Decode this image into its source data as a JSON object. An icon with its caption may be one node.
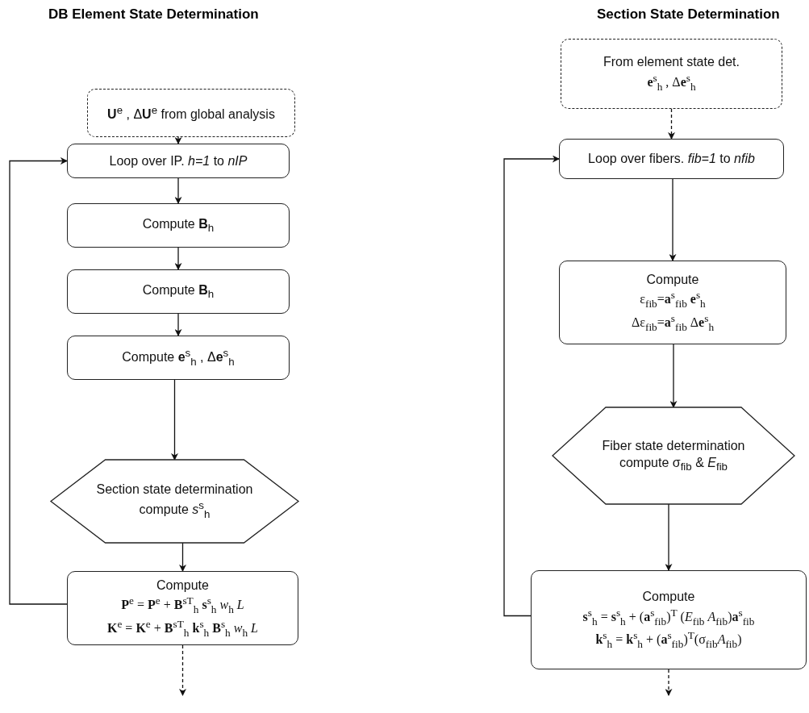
{
  "diagram": {
    "title": "DB Element State Determination",
    "nodes": [
      {
        "text": [
          "**U**$^{e}$ , Δ**U**$^{e}$ from global analysis"
        ]
      },
      {
        "text": [
          "Loop over IP. *h=1* to *nIP*"
        ]
      },
      {
        "text": [
          "Compute **B**$_{h}$"
        ]
      },
      {
        "text": [
          "Compute **B**$_{h}$"
        ]
      },
      {
        "text": [
          "Compute **e**$^{s}$$_{h}$ , Δ**e**$^{s}$$_{h}$"
        ]
      },
      {
        "text": [
          "Section state determination compute *s*$^{s}$$_{h}$"
        ]
      },
      {
        "text": [
          "Compute",
          "**P**$^{e}$ = **P**$^{e}$ + **B**$^{sT}$$_{h}$ **s**$^{s}$$_{h}$ *w*$_{h}$ *L*",
          "**K**$^{e}$ = **K**$^{e}$ + **B**$^{sT}$$_{h}$ **k**$^{s}$$_{h}$ **B**$^{s}$$_{h}$ *w*$_{h}$ *L*"
        ]
      },
      {
        "text": [
          "From element state det.",
          "**e**$^{s}$$_{h}$ , Δ**e**$^{s}$$_{h}$"
        ]
      },
      {
        "text": [
          "Loop over fibers. *fib=1* to *nfib*"
        ]
      },
      {
        "text": [
          "Compute",
          "ε$_{fib}$=**a**$^{s}$$_{fib}$ **e**$^{s}$$_{h}$",
          "Δε$_{fib}$=**a**$^{s}$$_{fib}$ Δ**e**$^{s}$$_{h}$"
        ]
      },
      {
        "text": [
          "Fiber state determination compute σ$_{fib}$ & *E*$_{fib}$"
        ]
      },
      {
        "text": [
          "Compute",
          "**s**$^{s}$$_{h}$ = **s**$^{s}$$_{h}$ + (**a**$^{s}$$_{fib}$)$^{T}$ (*E*$_{fib}$ *A*$_{fib}$)**a**$^{s}$$_{fib}$",
          "**k**$^{s}$$_{h}$ = **k**$^{s}$$_{h}$ + (**a**$^{s}$$_{fib}$)$^{T}$(σ$_{fib}$*A*$_{fib}$)"
        ]
      }
    ],
    "edges": [
      {
        "from": 0,
        "to": 1,
        "arrow": "to",
        "style": "dashed"
      },
      {
        "from": 1,
        "to": 2,
        "arrow": "to"
      },
      {
        "from": 2,
        "to": 3,
        "arrow": "to"
      },
      {
        "from": 3,
        "to": 4,
        "arrow": "to"
      },
      {
        "from": 4,
        "to": 5,
        "arrow": "to"
      },
      {
        "from": 5,
        "to": 6,
        "arrow": "to"
      },
      {
        "from": 6,
        "to": 1,
        "arrow": "to"
      },
      {
        "from": 6,
        "to": null,
        "arrow": "to",
        "style": "dashed"
      },
      {
        "from": 7,
        "to": 8,
        "arrow": "to",
        "style": "dashed"
      },
      {
        "from": 8,
        "to": 9,
        "arrow": "to"
      },
      {
        "from": 9,
        "to": 10,
        "arrow": "to"
      },
      {
        "from": 10,
        "to": 11,
        "arrow": "to"
      },
      {
        "from": 11,
        "to": 8,
        "arrow": "to"
      },
      {
        "from": 11,
        "to": null,
        "arrow": "to",
        "style": "dashed"
      }
    ],
    "labels": [
      "Section State Determination"
    ]
  }
}
